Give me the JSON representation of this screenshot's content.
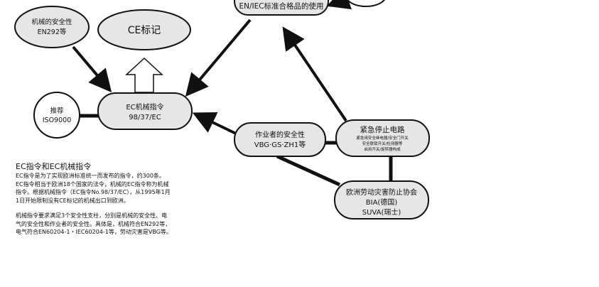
{
  "nodes": {
    "en_iec": "EN/IEC标准合格品的使用",
    "machine_safety": {
      "line1": "机械的安全性",
      "line2": "EN292等"
    },
    "ce_mark": "CE标记",
    "recommend": {
      "line1": "推荐",
      "line2": "ISO9000"
    },
    "ec_directive": {
      "line1": "EC机械指令",
      "line2": "98/37/EC"
    },
    "worker_safety": {
      "line1": "作业者的安全性",
      "line2": "VBG·GS·ZH1等"
    },
    "emergency_stop": {
      "title": "紧急停止电路",
      "line1": "紧急用安全继电器/安全门开关",
      "line2": "安全联锁开关/检测器等",
      "line3": "启用开关/旋转器构成"
    },
    "eu_org": {
      "line1": "欧洲劳动灾害防止协会",
      "line2": "BIA(德国)",
      "line3": "SUVA(瑞士)"
    }
  },
  "note": {
    "title": "EC指令和EC机械指令",
    "paragraphs": [
      [
        "EC指令是为了实现欧洲标准统一而发布的指令，约300条。",
        "EC指令相当于欧洲18个国家的法令，机械的EC指令称为机械",
        "指令。根据机械指令（EC指令No.98/37/EC），从1995年1月",
        "1日开始限制没有CE标记的机械出口到欧洲。"
      ],
      [
        "机械指令要求满足3个安全性支柱，分别是机械的安全性、电",
        "气的安全性和作业者的安全性。具体是，机械符合EN292等，",
        "电气符合EN60204-1・IEC60204-1等，劳动灾害是VBG等。"
      ]
    ]
  },
  "colors": {
    "node_fill": "#e6e6e6",
    "stroke": "#111111",
    "background": "#ffffff"
  }
}
